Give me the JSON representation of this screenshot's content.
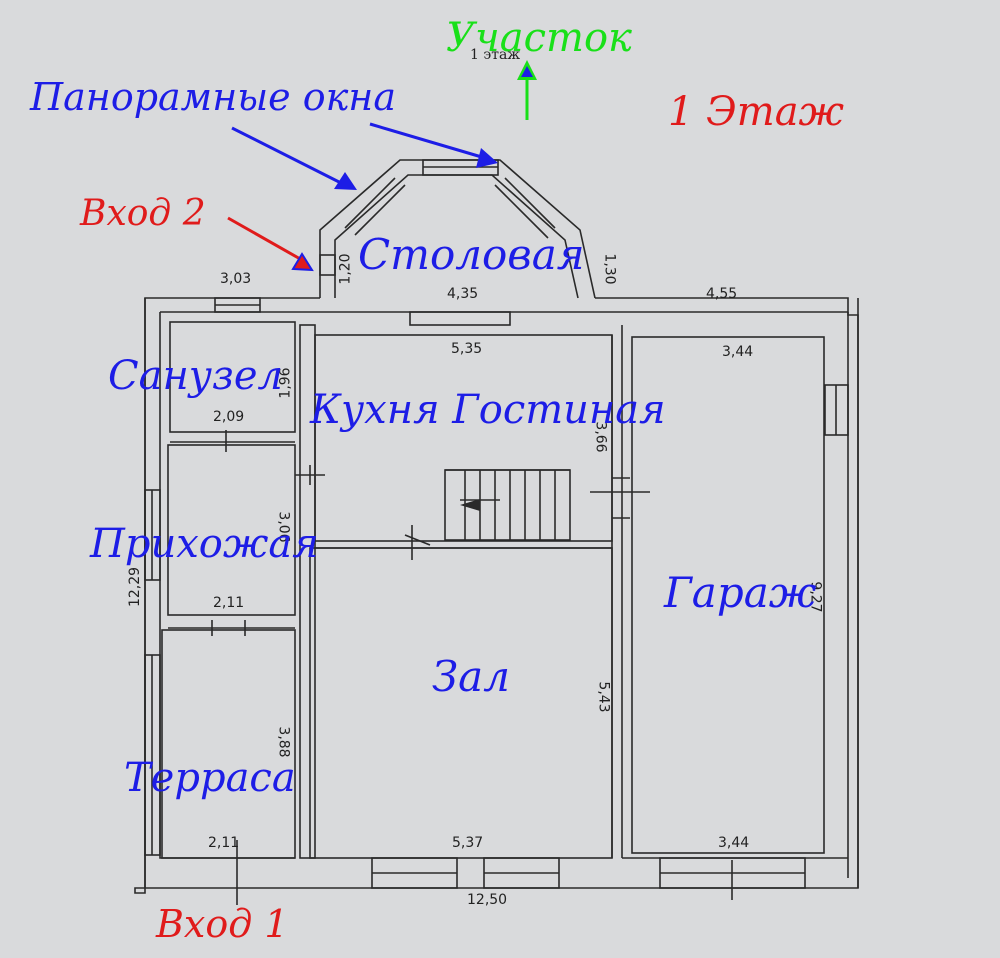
{
  "sheet": {
    "caption": "1 этаж"
  },
  "labels": {
    "plot": "Участок",
    "floor": "1 Этаж",
    "panoramic_windows": "Панорамные окна",
    "entrance_2": "Вход 2",
    "entrance_1": "Вход 1",
    "dining": "Столовая",
    "bathroom": "Санузел",
    "kitchen_living": "Кухня Гостиная",
    "hallway": "Прихожая",
    "garage": "Гараж",
    "hall": "Зал",
    "terrace": "Терраса"
  },
  "dimensions": {
    "d303": "3,03",
    "d435": "4,35",
    "d455": "4,55",
    "d120": "1,20",
    "d130": "1,30",
    "d535": "5,35",
    "d344_top": "3,44",
    "d196": "1,96",
    "d209": "2,09",
    "d366": "3,66",
    "d306": "3,06",
    "d211_mid": "2,11",
    "d927": "9,27",
    "d543": "5,43",
    "d388": "3,88",
    "d211_bottom": "2,11",
    "d537": "5,37",
    "d344_bottom": "3,44",
    "d1250": "12,50",
    "d1229": "12,29"
  },
  "colors": {
    "blue_annotation": "#1d1de6",
    "red_annotation": "#e01b1b",
    "green_annotation": "#19e019",
    "wall_line": "#2a2a2a",
    "paper": "#d9dadc"
  }
}
